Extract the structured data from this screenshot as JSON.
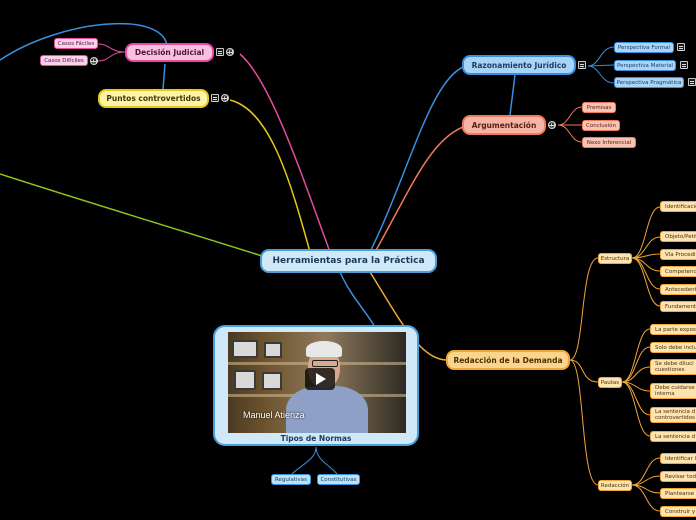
{
  "colors": {
    "background": "#000000",
    "blue_branch": "#3b8fe0",
    "salmon_branch": "#ef7a5e",
    "pink_branch": "#e54b9f",
    "yellow_branch": "#e2c91a",
    "orange_branch": "#f0a63a",
    "green_branch": "#8fc31f"
  },
  "central": {
    "label": "Herramientas para la Práctica"
  },
  "razonamiento": {
    "label": "Razonamiento Jurídico",
    "icon": "notes-icon",
    "children": [
      "Perspectiva Formal",
      "Perspectiva Material",
      "Perspectiva Pragmática"
    ]
  },
  "argumentacion": {
    "label": "Argumentación",
    "icon": "globe-icon",
    "children": [
      "Premisas",
      "Conclusión",
      "Nexo Inferencial"
    ]
  },
  "decision": {
    "label": "Decisión Judicial",
    "icons": [
      "notes-icon",
      "globe-icon"
    ],
    "children": [
      "Casos Fáciles",
      "Casos Difíciles"
    ]
  },
  "controvertidos": {
    "label": "Puntos controvertidos",
    "icons": [
      "notes-icon",
      "globe-icon"
    ]
  },
  "video": {
    "caption": "Manuel Atienza",
    "title": "Tipos de Normas",
    "children": [
      "Regulativas",
      "Constitutivas"
    ]
  },
  "demanda": {
    "label": "Redacción de la Demanda",
    "estructura": {
      "label": "Estructura",
      "children": [
        "Identificació",
        "Objeto/Petit",
        "Vía Procedi",
        "Competenc",
        "Antecedent",
        "Fundament"
      ]
    },
    "pautas": {
      "label": "Pautas",
      "children": [
        "La parte exposi",
        "Solo debe inclu",
        "Se debe diluci\ncuestiones",
        "Debe cuidarse c\ninterna",
        "La sentencia d\ncontrovertidos",
        "La sentencia d"
      ]
    },
    "redaccion": {
      "label": "Redacción",
      "children": [
        "Identificar lo",
        "Revisar toda",
        "Plantearse v",
        "Construir y"
      ]
    }
  }
}
